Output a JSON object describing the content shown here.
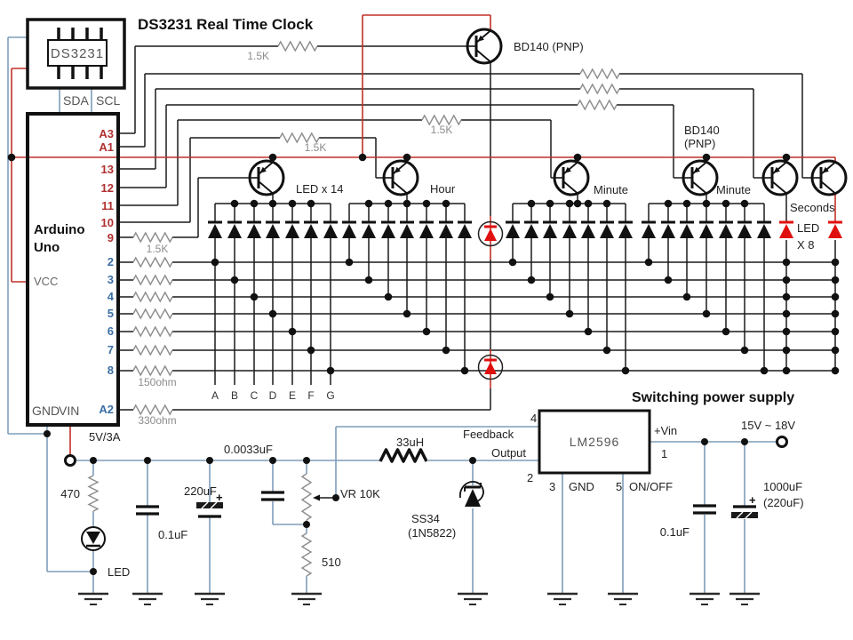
{
  "title": "DS3231 Real Time Clock",
  "rtc": {
    "chip": "DS3231",
    "pin_left": "SDA",
    "pin_right": "SCL"
  },
  "arduino": {
    "name_line1": "Arduino",
    "name_line2": "Uno",
    "vcc": "VCC",
    "gnd": "GND",
    "vin": "VIN",
    "digital_pins": [
      "A3",
      "A1",
      "13",
      "12",
      "11",
      "10",
      "9"
    ],
    "segment_pins": [
      "2",
      "3",
      "4",
      "5",
      "6",
      "7",
      "8"
    ],
    "colon_pin": "A2"
  },
  "resistors": {
    "base_top": "1.5K",
    "base_mid1": "1.5K",
    "base_mid2": "1.5K",
    "base_pin9": "1.5K",
    "segment": "150ohm",
    "colon": "330ohm"
  },
  "transistors": {
    "top_label": "BD140 (PNP)",
    "right_label_line1": "BD140",
    "right_label_line2": "(PNP)"
  },
  "display": {
    "group1": "LED x 14",
    "group2": "Hour",
    "group3": "Minute",
    "group4": "Minute",
    "seconds": "Seconds",
    "seconds_led_line1": "LED",
    "seconds_led_line2": "X 8",
    "segments": [
      "A",
      "B",
      "C",
      "D",
      "E",
      "F",
      "G"
    ]
  },
  "psu": {
    "title": "Switching power supply",
    "input_rating": "5V/3A",
    "r_led": "470",
    "led": "LED",
    "c1": "0.1uF",
    "c2": "220uF",
    "c3": "0.0033uF",
    "vr": "VR 10K",
    "r_fb": "510",
    "inductor": "33uH",
    "feedback": "Feedback",
    "output": "Output",
    "diode_line1": "SS34",
    "diode_line2": "(1N5822)",
    "ic": "LM2596",
    "pin_feedback": "4",
    "pin_output": "2",
    "pin_gnd": "3",
    "gnd": "GND",
    "pin_onoff": "5",
    "onoff": "ON/OFF",
    "vin_label": "+Vin",
    "pin_vin": "1",
    "input_range": "15V ~ 18V",
    "c4": "0.1uF",
    "c5_line1": "1000uF",
    "c5_line2": "(220uF)",
    "plus": "+"
  },
  "colors": {
    "wire_black": "#1a1a1a",
    "wire_red": "#c23028",
    "wire_blue": "#7f9db9",
    "led_red": "#e01010",
    "pin_red": "#b03030",
    "pin_blue": "#3a6ea5"
  }
}
